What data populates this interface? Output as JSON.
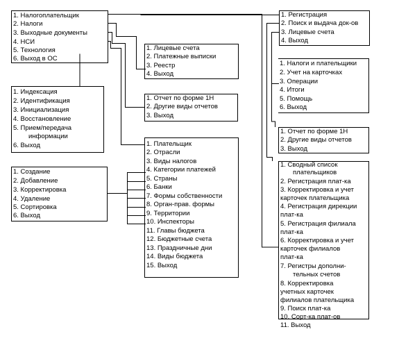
{
  "boxes": {
    "main": [
      "1. Налогоплательщик",
      "2. Налоги",
      "3. Выходные документы",
      "4. НСИ",
      "5. Технология",
      "6. Выход в ОС"
    ],
    "tech": [
      "1. Индексация",
      "2. Идентификация",
      "3. Инициализация",
      "4. Восстановление",
      "5. Прием/передача",
      "информации",
      "6. Выход"
    ],
    "edit": [
      "1. Создание",
      "2. Добавление",
      "3. Корректировка",
      "4. Удаление",
      "5. Сортировка",
      "6. Выход"
    ],
    "taxes": [
      "1. Лицевые счета",
      "2. Платежные выписки",
      "3. Реестр",
      "4. Выход"
    ],
    "outdocs": [
      "1. Отчет по форме 1Н",
      "2. Другие виды отчетов",
      "3. Выход"
    ],
    "nsi": [
      "1. Плательщик",
      "2. Отрасли",
      "3. Виды налогов",
      "4. Категории платежей",
      "5. Страны",
      "6. Банки",
      "7. Формы собственности",
      "8. Орган-прав. формы",
      "9. Территории",
      "10. Инспекторы",
      "11. Главы бюджета",
      "12. Бюджетные счета",
      "13. Праздничные дни",
      "14. Виды бюджета",
      "15. Выход"
    ],
    "payer": [
      "1. Регистрация",
      "2. Поиск и выдача док-ов",
      "3. Лицевые счета",
      "4. Выход"
    ],
    "accounts": [
      "1. Налоги и плательщики",
      "2. Учет на карточках",
      "3. Операции",
      "4. Итоги",
      "5. Помощь",
      "6. Выход"
    ],
    "reports": [
      "1. Отчет по форме 1Н",
      "2. Другие виды отчетов",
      "3. Выход"
    ],
    "registration": [
      "1. Сводный список",
      "плательщиков",
      "2. Регистрация плат-ка",
      "3. Корректировка и учет",
      "карточек плательщика",
      "4. Регистрация дирекции",
      "плат-ка",
      "5. Регистрация филиала",
      "плат-ка",
      "6. Корректировка и учет",
      "карточек филиалов",
      "плат-ка",
      "7. Регистры дополни-",
      "тельных счетов",
      "8. Корректировка",
      "учетных карточек",
      "филиалов плательщика",
      "9. Поиск плат-ка",
      "10. Сорт-ка плат-ов",
      "11. Выход"
    ]
  }
}
